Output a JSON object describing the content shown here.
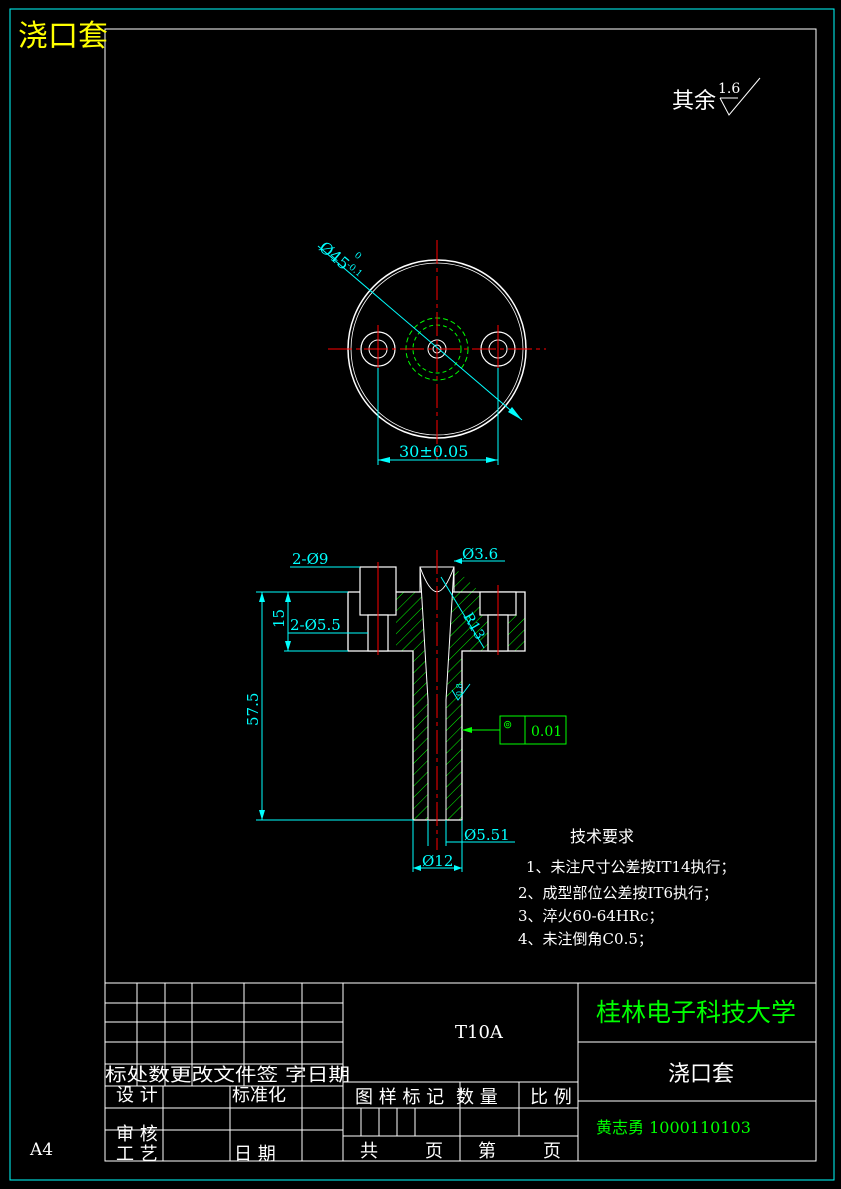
{
  "header": {
    "title": "浇口套"
  },
  "surface_finish": {
    "label": "其余",
    "value": "1.6"
  },
  "top_view": {
    "diameter_label": "Ø45",
    "tol_upper": "0",
    "tol_lower": "-0.1",
    "spacing_label": "30±0.05"
  },
  "section_view": {
    "hole_large": "2-Ø9",
    "hole_small": "2-Ø5.5",
    "bore": "Ø3.6",
    "radius": "R13",
    "flange_thickness": "15",
    "total_length": "57.5",
    "finish": "0.8",
    "tol_symbol": "⊚",
    "tol_value": "0.01",
    "outer_dia": "Ø12",
    "exit_dia": "Ø5.51"
  },
  "notes": {
    "title": "技术要求",
    "items": [
      "1、未注尺寸公差按IT14执行；",
      "2、成型部位公差按IT6执行；",
      "3、淬火60-64HRc；",
      "4、未注倒角C0.5；"
    ]
  },
  "title_block": {
    "material": "T10A",
    "university": "桂林电子科技大学",
    "part_name": "浇口套",
    "author": "黄志勇 1000110103",
    "rev_headers": "标处数更改文件签 字日期",
    "design": "设 计",
    "standardize": "标准化",
    "review": "审 核",
    "process": "工 艺",
    "date": "日 期",
    "drawing_mark": "图 样 标 记",
    "quantity": "数 量",
    "scale": "比 例",
    "total": "共",
    "page": "页",
    "sheet": "第",
    "page2": "页"
  },
  "paper_size": "A4",
  "colors": {
    "frame": "#00ffff",
    "lines": "#ffffff",
    "center": "#ff0000",
    "dim": "#00ffff",
    "hatch": "#00ff00",
    "title": "#ffff00",
    "univ": "#00ff00"
  }
}
